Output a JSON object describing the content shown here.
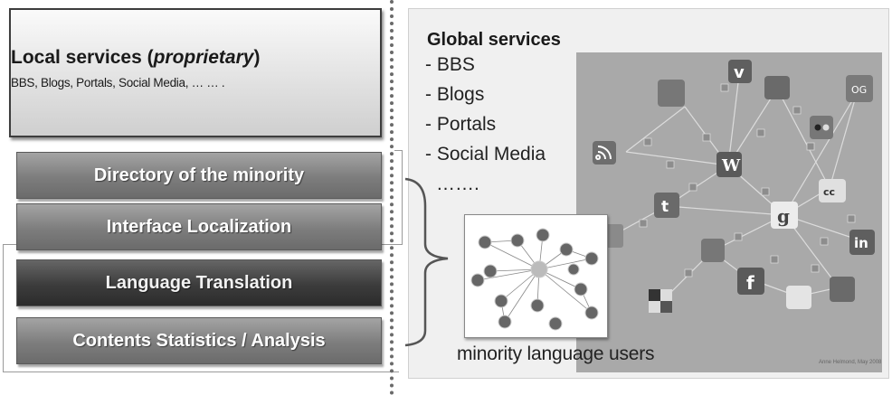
{
  "local": {
    "title_plain": "Local services (",
    "title_italic": "proprietary",
    "title_close": ")",
    "subtitle": "BBS, Blogs, Portals, Social Media, … … ."
  },
  "modules": [
    {
      "label": "Directory of the minority",
      "style": "light"
    },
    {
      "label": "Interface Localization",
      "style": "light"
    },
    {
      "label": "Language Translation",
      "style": "dark"
    },
    {
      "label": "Contents Statistics / Analysis",
      "style": "light"
    }
  ],
  "global": {
    "title": "Global services",
    "items": [
      "- BBS",
      "- Blogs",
      "- Portals",
      "- Social Media",
      "……."
    ]
  },
  "minority": {
    "label": "minority language users"
  },
  "credit": "Anne Helmond, May 2008",
  "network_icons": [
    "rss-icon",
    "blogger-icon",
    "vimeo-icon",
    "youtube-icon",
    "flickr-icon",
    "wordpress-icon",
    "twitter-icon",
    "google-icon",
    "friendfeed-icon",
    "facebook-icon",
    "delicious-icon",
    "linkedin-icon",
    "myspace-icon",
    "creative-commons-icon",
    "og-icon",
    "friendster-icon",
    "profile-icon"
  ],
  "colors": {
    "module_light": "#7d7d7d",
    "module_dark": "#3c3c3c",
    "network_bg": "#a9a9a9"
  }
}
